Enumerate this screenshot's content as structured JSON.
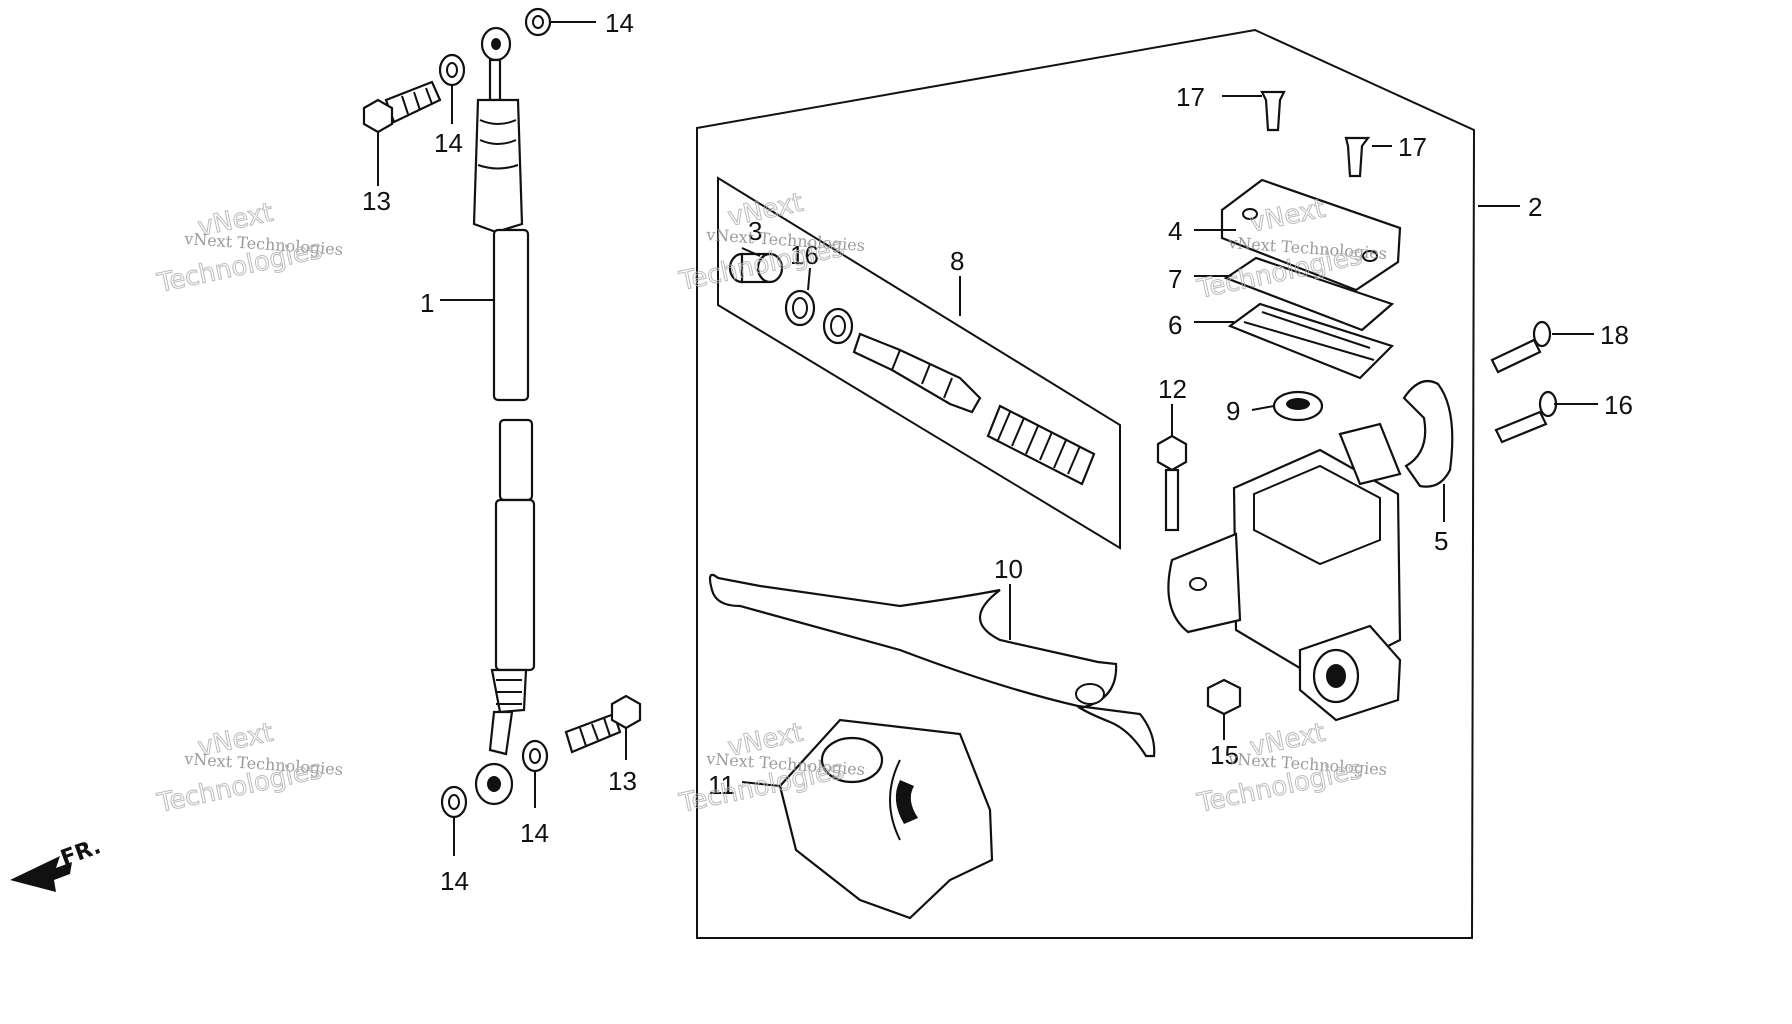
{
  "diagram": {
    "callouts": [
      {
        "id": "c-1",
        "text": "1"
      },
      {
        "id": "c-2",
        "text": "2"
      },
      {
        "id": "c-3",
        "text": "3"
      },
      {
        "id": "c-4",
        "text": "4"
      },
      {
        "id": "c-5",
        "text": "5"
      },
      {
        "id": "c-6",
        "text": "6"
      },
      {
        "id": "c-7",
        "text": "7"
      },
      {
        "id": "c-8",
        "text": "8"
      },
      {
        "id": "c-9",
        "text": "9"
      },
      {
        "id": "c-10",
        "text": "10"
      },
      {
        "id": "c-11",
        "text": "11"
      },
      {
        "id": "c-12",
        "text": "12"
      },
      {
        "id": "c-13a",
        "text": "13"
      },
      {
        "id": "c-13b",
        "text": "13"
      },
      {
        "id": "c-14a",
        "text": "14"
      },
      {
        "id": "c-14b",
        "text": "14"
      },
      {
        "id": "c-14c",
        "text": "14"
      },
      {
        "id": "c-14d",
        "text": "14"
      },
      {
        "id": "c-15",
        "text": "15"
      },
      {
        "id": "c-16a",
        "text": "16"
      },
      {
        "id": "c-16b",
        "text": "16"
      },
      {
        "id": "c-17a",
        "text": "17"
      },
      {
        "id": "c-17b",
        "text": "17"
      },
      {
        "id": "c-18",
        "text": "18"
      }
    ],
    "front_marker": "FR.",
    "watermark": {
      "line": "vNext Technologies",
      "big_top": "vNext",
      "big_bottom": "Technologies"
    }
  },
  "colors": {
    "ink": "#111111",
    "paper": "#ffffff",
    "watermark": "#8a8a8a"
  }
}
